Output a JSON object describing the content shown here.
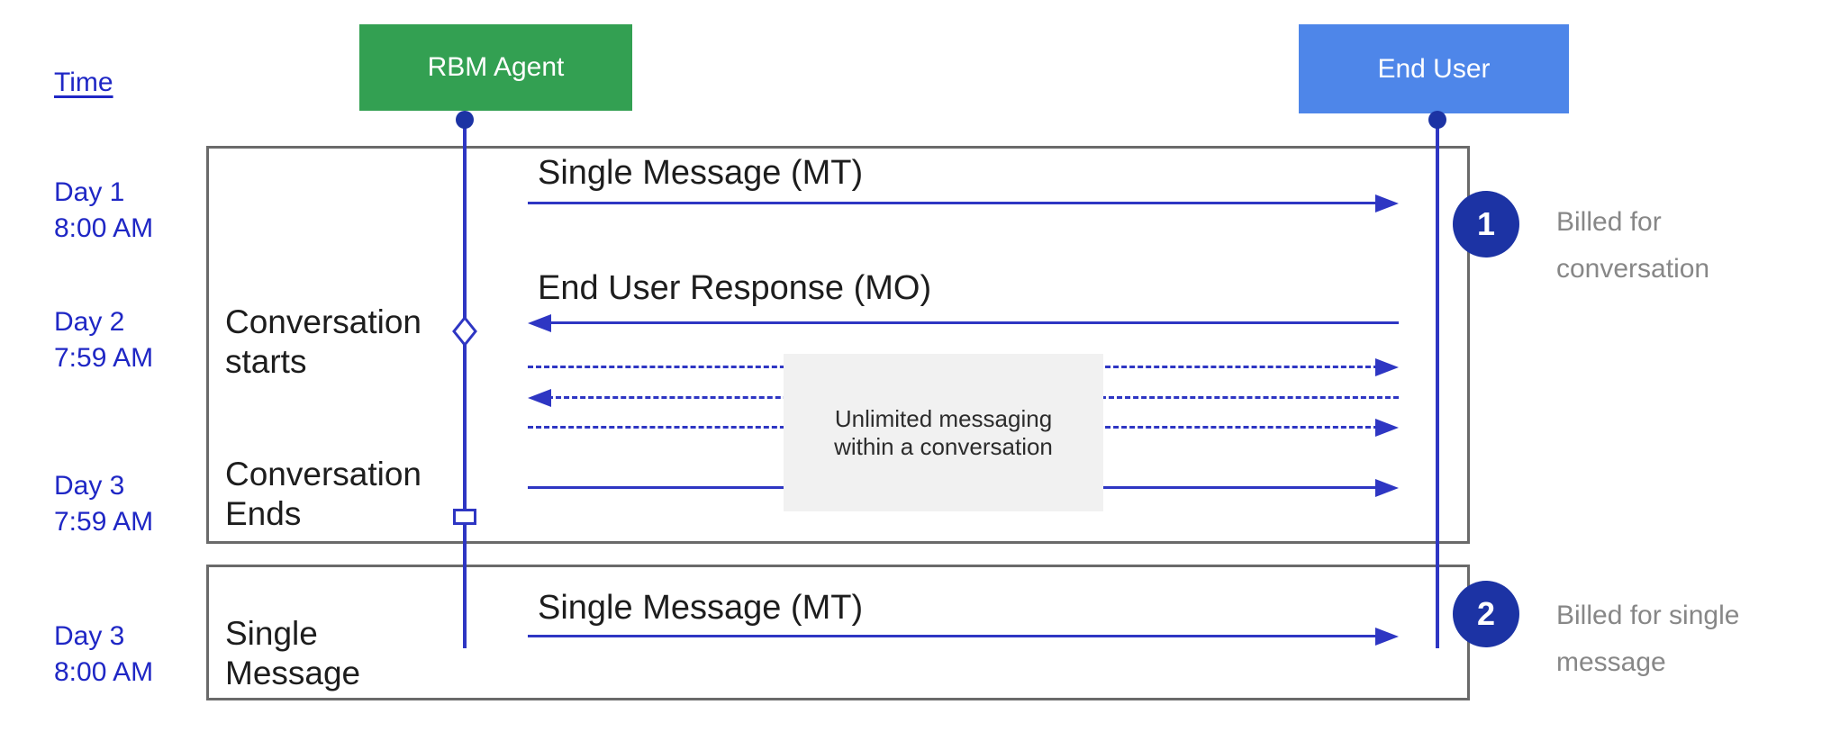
{
  "colors": {
    "blue_text": "#1f27c5",
    "blue_line": "#2e36c3",
    "navy": "#1c33a4",
    "green": "#33a052",
    "actor_blue": "#4e86e9",
    "frame_border": "#6a6a6a",
    "note_bg": "#f1f1f1",
    "gray_text": "#878787",
    "black_text": "#1d1d1d"
  },
  "header": {
    "time_label": "Time",
    "actors": [
      {
        "label": "RBM Agent"
      },
      {
        "label": "End User"
      }
    ]
  },
  "timeline": [
    {
      "day": "Day 1",
      "time": "8:00 AM"
    },
    {
      "day": "Day 2",
      "time": "7:59 AM"
    },
    {
      "day": "Day 3",
      "time": "7:59 AM"
    },
    {
      "day": "Day 3",
      "time": "8:00 AM"
    }
  ],
  "phases": [
    {
      "line1": "Conversation",
      "line2": "starts"
    },
    {
      "line1": "Conversation",
      "line2": "Ends"
    },
    {
      "line1": "Single",
      "line2": "Message"
    }
  ],
  "messages": [
    {
      "label": "Single Message (MT)"
    },
    {
      "label": "End User Response (MO)"
    },
    {
      "label": "Single Message (MT)"
    }
  ],
  "note": {
    "line1": "Unlimited messaging",
    "line2": "within a conversation"
  },
  "annotations": [
    {
      "number": "1",
      "line1": "Billed for",
      "line2": "conversation"
    },
    {
      "number": "2",
      "line1": "Billed for single",
      "line2": "message"
    }
  ]
}
